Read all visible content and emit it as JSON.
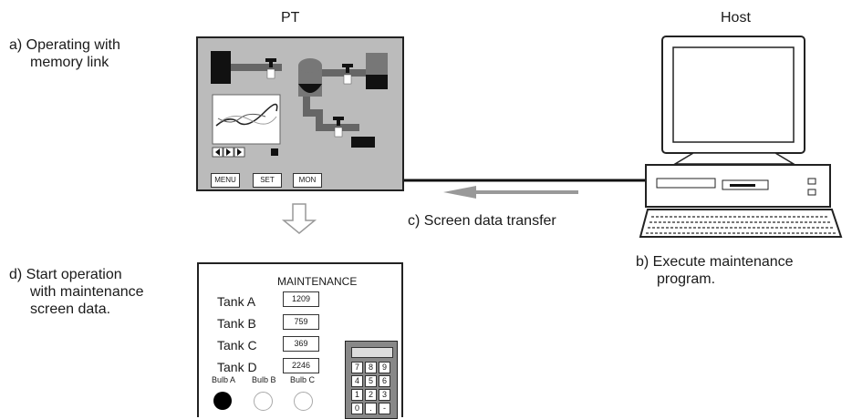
{
  "labels": {
    "pt": "PT",
    "host": "Host",
    "a_line1": "a)  Operating with",
    "a_line2": "memory link",
    "b_line1": "b)  Execute maintenance",
    "b_line2": "program.",
    "c": "c)  Screen data transfer",
    "d_line1": "d)  Start operation",
    "d_line2": "with maintenance",
    "d_line3": "screen data."
  },
  "pt_screen": {
    "buttons": [
      "MENU",
      "SET",
      "MON"
    ],
    "icons": [
      "arrow-left-icon",
      "play-icon",
      "arrow-right-icon",
      "stop-icon"
    ]
  },
  "maintenance_screen": {
    "title": "MAINTENANCE",
    "tanks": [
      {
        "name": "Tank A",
        "value": "1209"
      },
      {
        "name": "Tank B",
        "value": "759"
      },
      {
        "name": "Tank C",
        "value": "369"
      },
      {
        "name": "Tank D",
        "value": "2246"
      }
    ],
    "bulbs": [
      {
        "name": "Bulb A",
        "on": true
      },
      {
        "name": "Bulb B",
        "on": false
      },
      {
        "name": "Bulb C",
        "on": false
      }
    ],
    "keypad": [
      "7",
      "8",
      "9",
      "4",
      "5",
      "6",
      "1",
      "2",
      "3",
      "0",
      ".",
      "-"
    ]
  }
}
